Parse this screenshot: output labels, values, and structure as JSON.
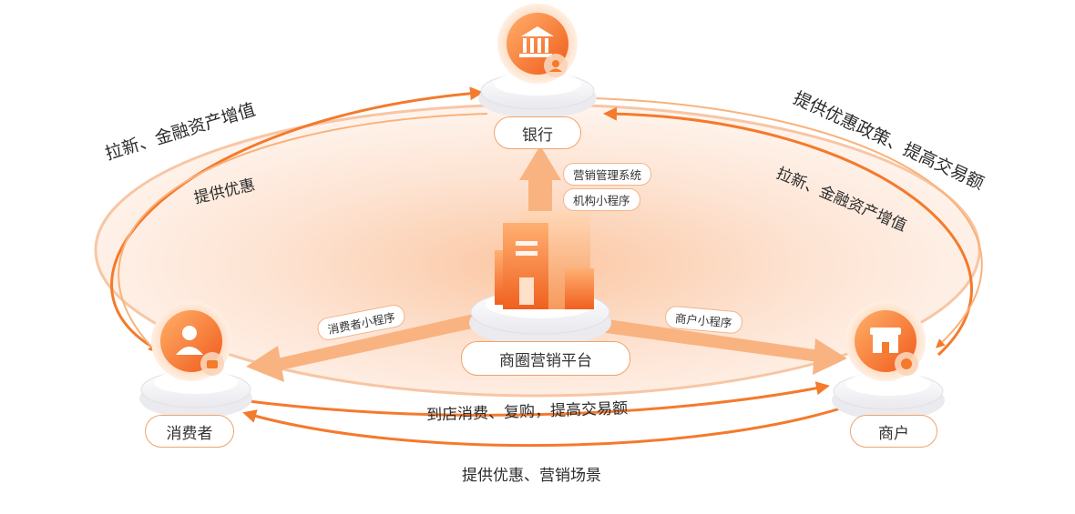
{
  "nodes": {
    "bank": "银行",
    "consumer": "消费者",
    "merchant": "商户",
    "platform": "商圈营销平台"
  },
  "tags": {
    "marketing_system": "营销管理系统",
    "institution_miniapp": "机构小程序",
    "consumer_miniapp": "消费者小程序",
    "merchant_miniapp": "商户小程序"
  },
  "flows": {
    "bank_to_consumer_outer": "拉新、金融资产增值",
    "bank_to_consumer_inner": "提供优惠",
    "bank_to_merchant_outer": "提供优惠政策、提高交易额",
    "merchant_to_bank_inner": "拉新、金融资产增值",
    "consumer_to_merchant": "到店消费、复购，提高交易额",
    "merchant_to_consumer": "提供优惠、营销场景"
  },
  "icons": {
    "bank": "bank-building-icon",
    "consumer": "user-icon",
    "merchant": "storefront-icon",
    "platform": "office-building-icon"
  },
  "colors": {
    "accent": "#f47a2c",
    "accent_light": "#f9b27c",
    "ellipse_fill": "#fde0cc"
  }
}
